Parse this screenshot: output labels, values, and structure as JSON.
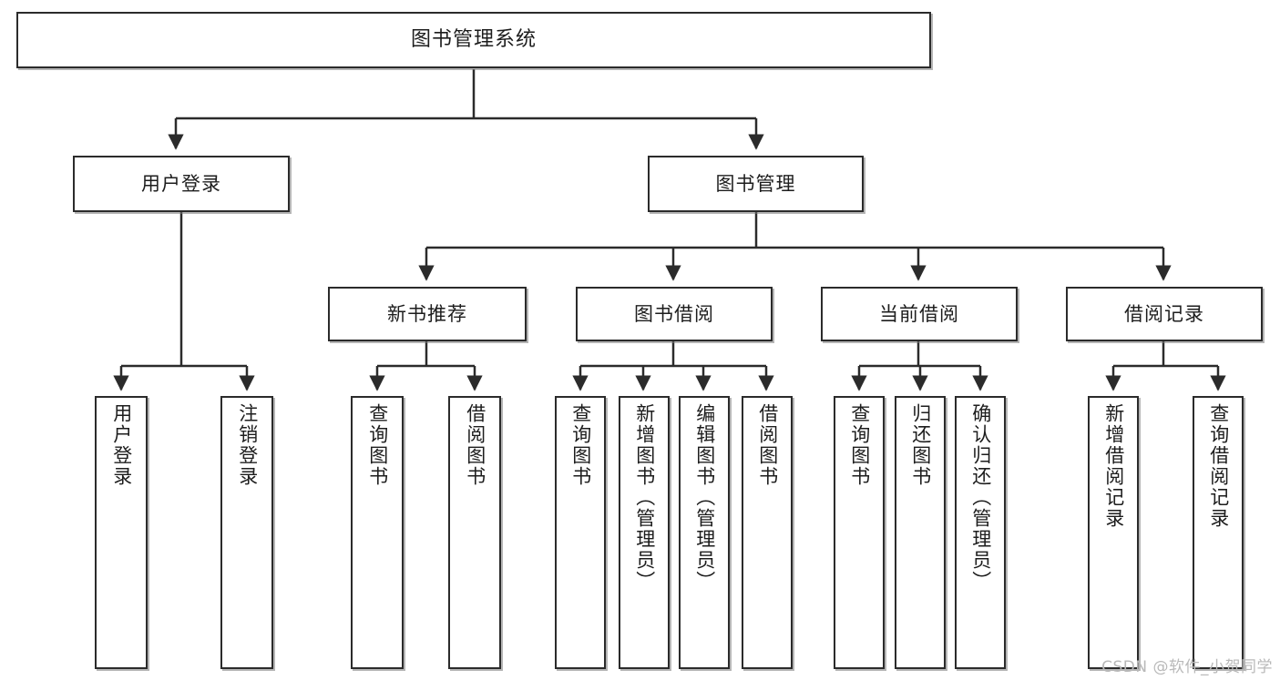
{
  "diagram": {
    "title": "图书管理系统",
    "watermark": "CSDN @软件_小贺同学",
    "colors": {
      "background": "#ffffff",
      "box_border": "#2b2b2b",
      "box_fill": "#ffffff",
      "connector": "#2b2b2b",
      "watermark": "#b9b9b9"
    },
    "nodes": {
      "root": "图书管理系统",
      "level2": {
        "user_login": "用户登录",
        "book_manage": "图书管理"
      },
      "level3": {
        "new_book_rec": "新书推荐",
        "book_borrow": "图书借阅",
        "current_borrow": "当前借阅",
        "borrow_record": "借阅记录"
      },
      "leaves": {
        "user_login_1": "用户登录",
        "user_login_2": "注销登录",
        "new_book_rec_1": "查询图书",
        "new_book_rec_2": "借阅图书",
        "book_borrow_1": "查询图书",
        "book_borrow_2": "新增图书（管理员）",
        "book_borrow_3": "编辑图书（管理员）",
        "book_borrow_4": "借阅图书",
        "current_borrow_1": "查询图书",
        "current_borrow_2": "归还图书",
        "current_borrow_3": "确认归还（管理员）",
        "borrow_record_1": "新增借阅记录",
        "borrow_record_2": "查询借阅记录"
      }
    }
  }
}
